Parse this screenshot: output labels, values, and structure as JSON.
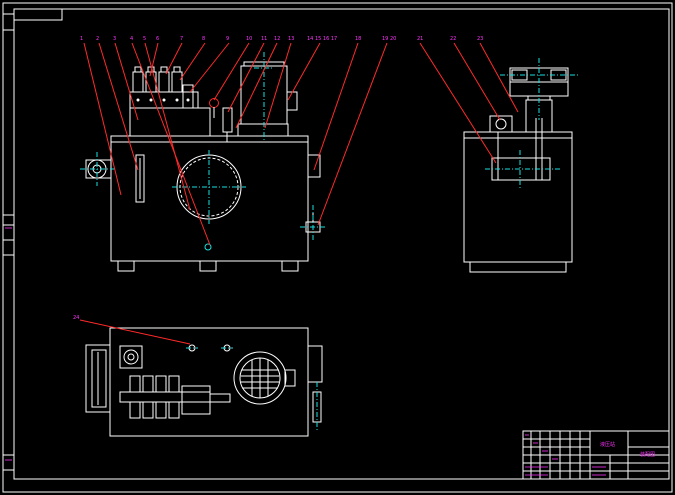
{
  "drawing": {
    "colors": {
      "background": "#000000",
      "outline": "#ffffff",
      "leader": "#ff2a2a",
      "centerline": "#19e0e0",
      "annotation": "#ff33ff"
    },
    "balloons_front": [
      "1",
      "2",
      "3",
      "4",
      "5",
      "6",
      "7",
      "8",
      "9",
      "10",
      "11",
      "12",
      "13",
      "14 15 16 17",
      "18",
      "19 20"
    ],
    "balloons_side": [
      "21",
      "22",
      "23"
    ],
    "balloon_top": "24",
    "title_block": {
      "drawing_title": "液压站",
      "drawing_no": "装配图"
    }
  }
}
